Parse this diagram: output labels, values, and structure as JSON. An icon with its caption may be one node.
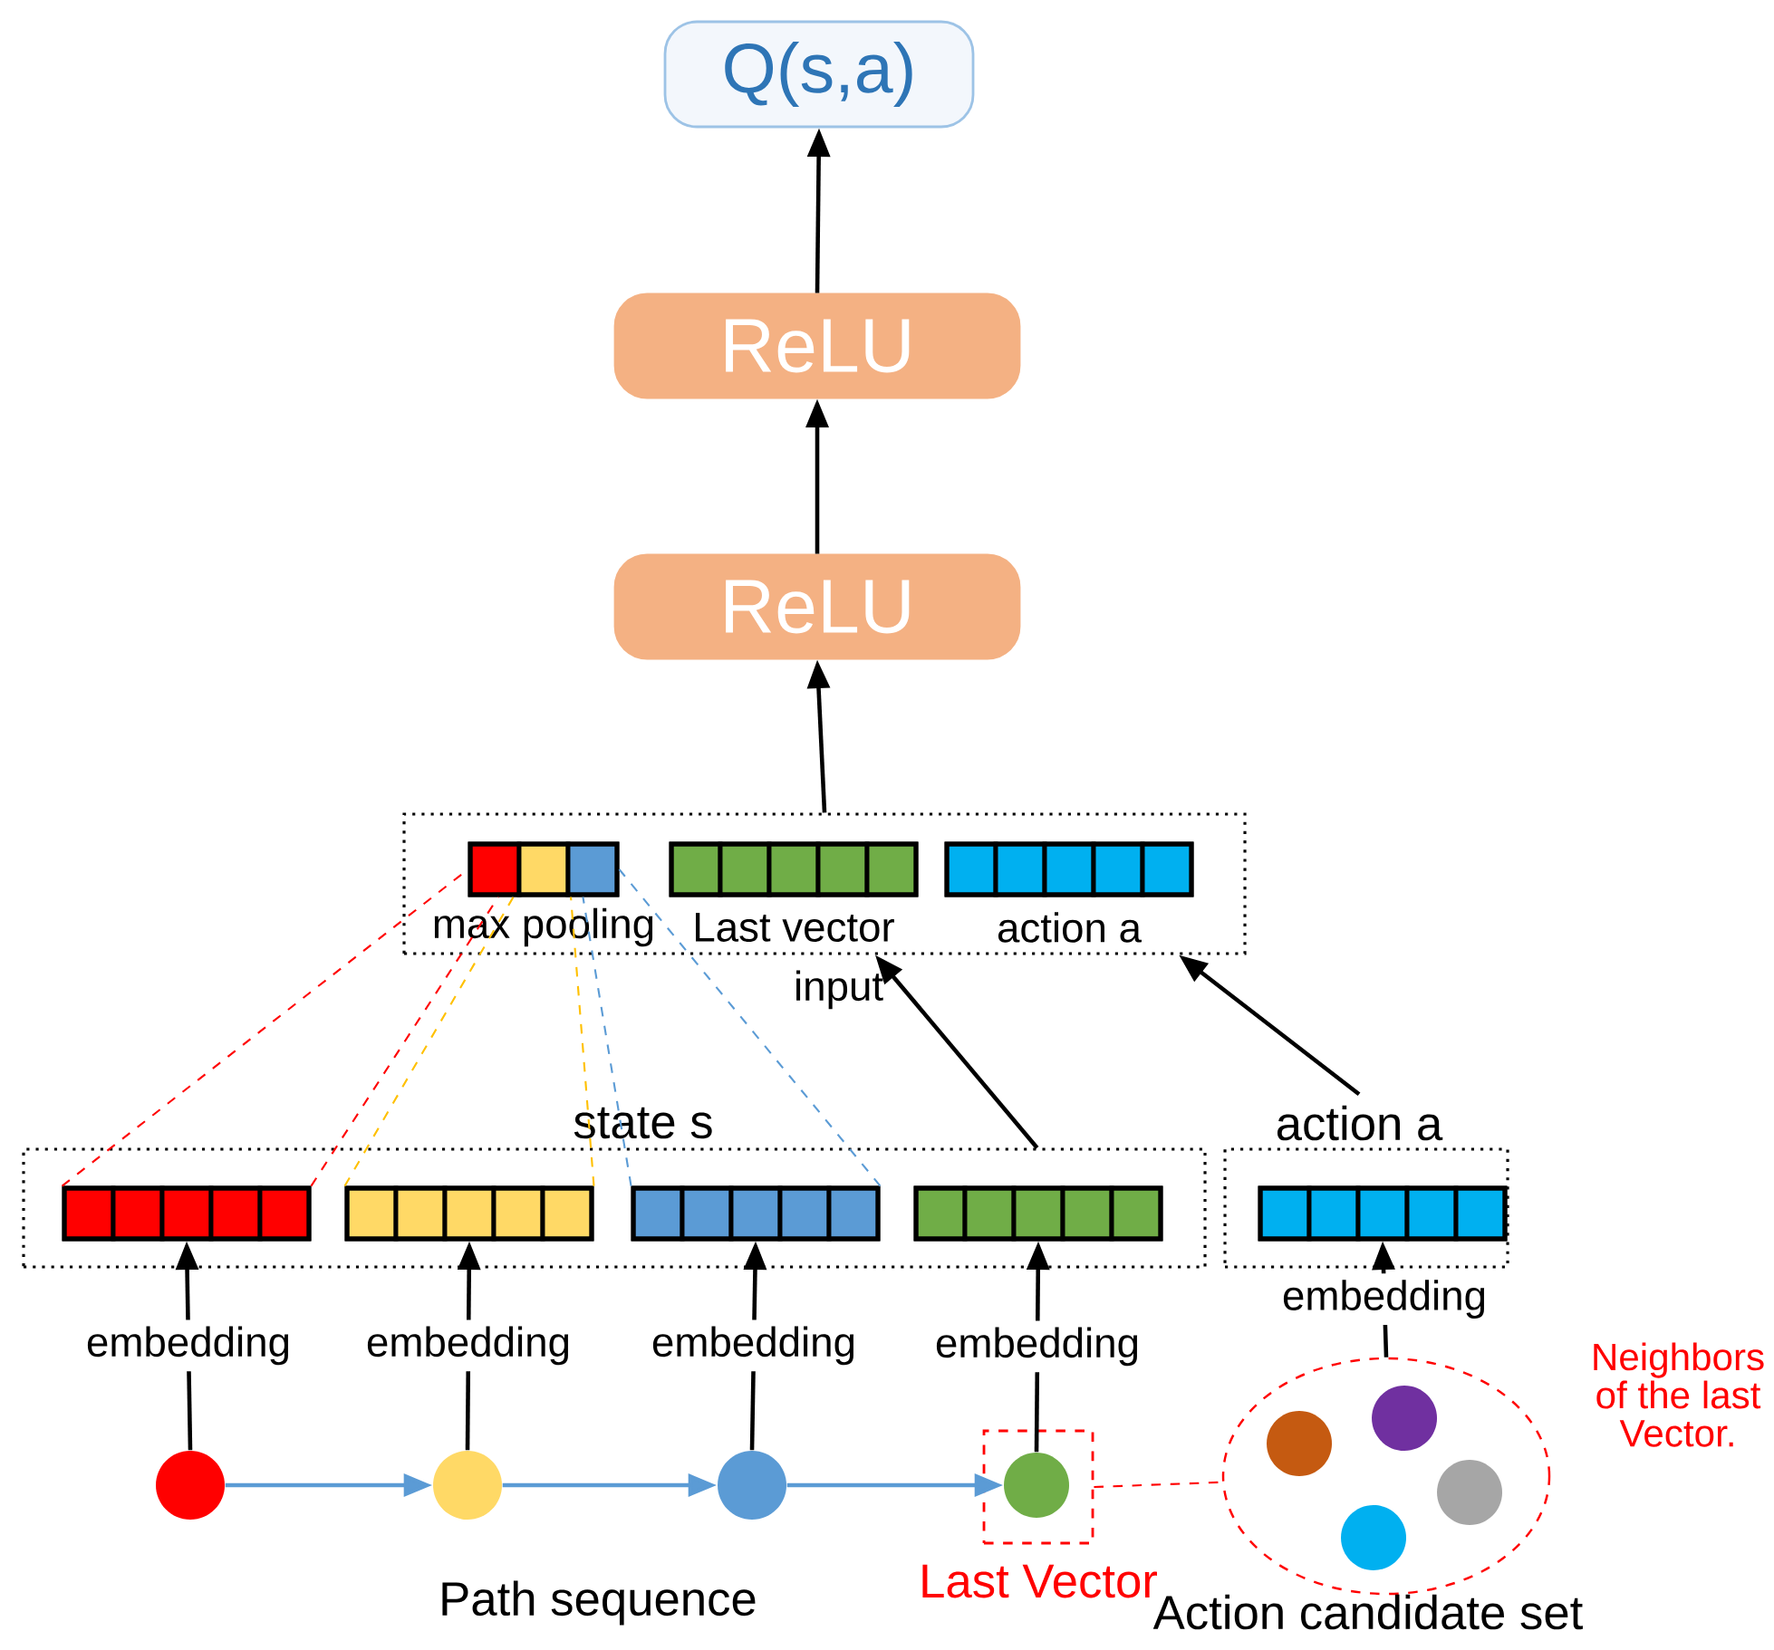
{
  "diagram": {
    "nodes": [
      {
        "text": [
          "Q(s,a)"
        ]
      },
      {
        "text": [
          "ReLU"
        ]
      },
      {
        "text": [
          "ReLU"
        ]
      },
      {
        "text": [],
        "shape": "box"
      },
      {
        "text": [
          "max pooling"
        ],
        "in": 3
      },
      {
        "text": [
          "Last vector"
        ],
        "in": 3
      },
      {
        "text": [
          "action a"
        ],
        "in": 3
      },
      {
        "text": [
          "state s"
        ]
      },
      {
        "text": [],
        "shape": "bar",
        "in": 7
      },
      {
        "text": [],
        "shape": "bar",
        "in": 7
      },
      {
        "text": [],
        "shape": "bar",
        "in": 7
      },
      {
        "text": [],
        "shape": "bar",
        "in": 7
      },
      {
        "text": [
          "action a"
        ]
      },
      {
        "text": [],
        "shape": "bar",
        "in": 12
      },
      {
        "text": [],
        "shape": "circle"
      },
      {
        "text": [],
        "shape": "circle"
      },
      {
        "text": [],
        "shape": "circle"
      },
      {
        "text": [],
        "shape": "box",
        "beside": [
          "Last Vector"
        ]
      },
      {
        "text": [],
        "shape": "circle",
        "in": 17
      },
      {
        "text": [],
        "shape": "ellipse",
        "beside": [
          "Neighbors of the last Vector.",
          "Action candidate set"
        ]
      },
      {
        "text": [],
        "shape": "circle",
        "in": 19
      },
      {
        "text": [],
        "shape": "circle",
        "in": 19
      },
      {
        "text": [],
        "shape": "circle",
        "in": 19
      },
      {
        "text": [],
        "shape": "circle",
        "in": 19
      }
    ],
    "edges": [
      {
        "from": 1,
        "to": 0,
        "arrow": "to"
      },
      {
        "from": 2,
        "to": 1,
        "arrow": "to"
      },
      {
        "from": 3,
        "to": 2,
        "arrow": "to"
      },
      {
        "from": 7,
        "to": 3,
        "arrow": "to",
        "label": "input"
      },
      {
        "from": 12,
        "to": 3,
        "arrow": "to"
      },
      {
        "from": 8,
        "to": 4,
        "arrow": "none",
        "style": "dashed",
        "color": "#ff0000"
      },
      {
        "from": 8,
        "to": 4,
        "arrow": "none",
        "style": "dashed",
        "color": "#ff0000"
      },
      {
        "from": 9,
        "to": 4,
        "arrow": "none",
        "style": "dashed",
        "color": "#ffc000"
      },
      {
        "from": 9,
        "to": 4,
        "arrow": "none",
        "style": "dashed",
        "color": "#ffc000"
      },
      {
        "from": 10,
        "to": 4,
        "arrow": "none",
        "style": "dashed",
        "color": "#5b9bd5"
      },
      {
        "from": 10,
        "to": 4,
        "arrow": "none",
        "style": "dashed",
        "color": "#5b9bd5"
      },
      {
        "from": 14,
        "to": 8,
        "arrow": "to",
        "label": "embedding"
      },
      {
        "from": 15,
        "to": 9,
        "arrow": "to",
        "label": "embedding"
      },
      {
        "from": 16,
        "to": 10,
        "arrow": "to",
        "label": "embedding"
      },
      {
        "from": 18,
        "to": 11,
        "arrow": "to",
        "label": "embedding"
      },
      {
        "from": 19,
        "to": 13,
        "arrow": "to",
        "label": "embedding"
      },
      {
        "from": 14,
        "to": 15,
        "arrow": "to",
        "color": "#5b9bd5"
      },
      {
        "from": 15,
        "to": 16,
        "arrow": "to",
        "color": "#5b9bd5"
      },
      {
        "from": 16,
        "to": 18,
        "arrow": "to",
        "color": "#5b9bd5"
      },
      {
        "from": 17,
        "to": 19,
        "arrow": "none",
        "style": "dashed",
        "color": "#ff0000"
      }
    ],
    "labels": [
      "Path sequence"
    ]
  }
}
